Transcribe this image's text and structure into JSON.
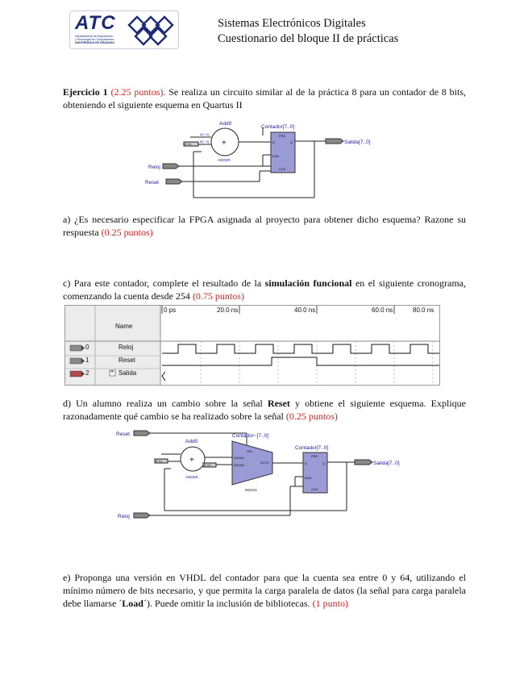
{
  "header": {
    "logo_text": "ATC",
    "logo_subtext": [
      "Departamento de Arquitectura",
      "y Tecnología de Computadores",
      "UNIVERSIDAD DE GRANADA"
    ],
    "line1": "Sistemas Electrónicos Digitales",
    "line2": "Cuestionario del bloque II de prácticas"
  },
  "ex1": {
    "title": "Ejercicio 1",
    "points": "(2.25 puntos)",
    "text": ". Se realiza un circuito similar al de la práctica 8 para un contador de 8 bits, obteniendo el siguiente esquema en Quartus II"
  },
  "schematic1": {
    "add_label": "Add0",
    "adder_label": "ADDER",
    "plus": "+",
    "counter_label": "Contador[7..0]",
    "out_label": "Salida[7..0]",
    "clk_label": "Reloj",
    "rst_label": "Reset",
    "const_in": "8' h1",
    "ina": "A[7..0]",
    "inb": "B[7..0]",
    "pre": "PRE",
    "d": "D",
    "q": "Q",
    "ena": "ENA",
    "clr": "CLR"
  },
  "qa": {
    "text": "a) ¿Es necesario especificar la FPGA asignada al proyecto para obtener dicho esquema? Razone su respuesta ",
    "points": "(0.25 puntos)"
  },
  "qc": {
    "pre": "c) Para este contador, complete el resultado de la ",
    "bold": "simulación funcional",
    "post": " en el siguiente cronograma, comenzando la cuenta desde 254 ",
    "points": "(0.75 puntos)"
  },
  "waveform": {
    "name_header": "Name",
    "times": [
      "0 ps",
      "20.0 ns",
      "40.0 ns",
      "60.0 ns",
      "80.0 ns"
    ],
    "signals": [
      {
        "index": "0",
        "name": "Reloj"
      },
      {
        "index": "1",
        "name": "Reset"
      },
      {
        "index": "2",
        "name": "Salida"
      }
    ],
    "expand": "+"
  },
  "qd": {
    "pre": "d) Un alumno realiza un cambio sobre la señal ",
    "bold": "Reset",
    "post": " y obtiene el siguiente esquema. Explique razonadamente qué cambio se ha realizado sobre la señal ",
    "points": "(0.25 puntos)"
  },
  "schematic2": {
    "rst_label": "Reset",
    "add_label": "Add0",
    "adder_label": "ADDER",
    "plus": "+",
    "mux_title": "Contador~[7..0]",
    "mux_label": "MUX21",
    "sel": "SEL",
    "data_a": "DATAA",
    "data_b": "DATAB",
    "out": "OUT0",
    "const_b": "8' h0",
    "const_in": "8' h1",
    "counter_label": "Contador[7..0]",
    "out_label": "Salida[7..0]",
    "clk_label": "Reloj",
    "pre": "PRE",
    "d": "D",
    "q": "Q",
    "ena": "ENA",
    "clr": "CLR"
  },
  "qe": {
    "pre": "e) Proponga una versión en VHDL del contador para que la cuenta sea entre 0 y 64, utilizando el mínimo número de bits necesario, y que permita la carga paralela de datos (la señal para carga paralela debe llamarse ´",
    "bold": "Load",
    "post": "´). Puede omitir la inclusión de bibliotecas. ",
    "points": "(1 punto)"
  }
}
